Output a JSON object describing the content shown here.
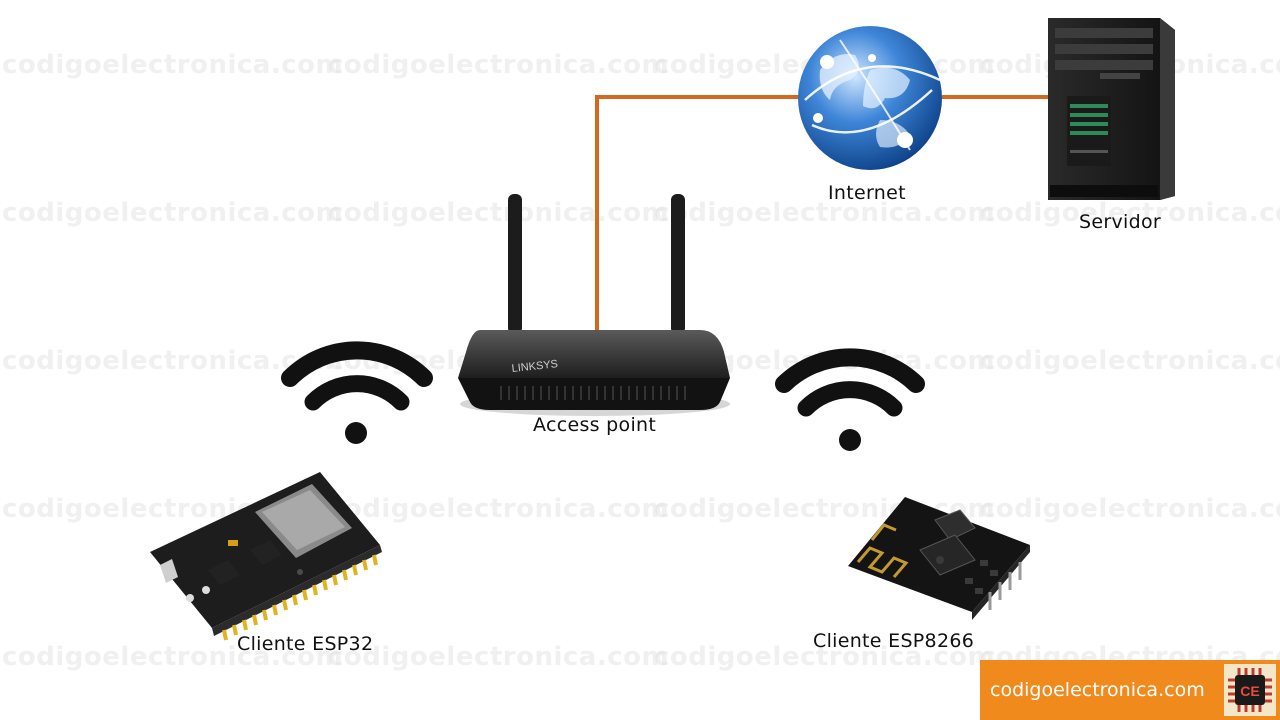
{
  "watermark": "codigoelectronica.com",
  "nodes": {
    "internet": "Internet",
    "server": "Servidor",
    "access_point": "Access point",
    "esp32": "Cliente ESP32",
    "esp8266": "Cliente ESP8266"
  },
  "router_brand": "LINKSYS",
  "brand": {
    "text": "codigoelectronica.com",
    "logo_letters": "CE"
  },
  "colors": {
    "link": "#d2691e",
    "brand": "#f08a1c",
    "wifi": "#111111"
  },
  "icons": {
    "internet": "globe-icon",
    "server": "server-tower-icon",
    "router": "router-icon",
    "wifi": "wifi-icon",
    "esp32": "esp32-board-icon",
    "esp8266": "esp8266-module-icon"
  }
}
